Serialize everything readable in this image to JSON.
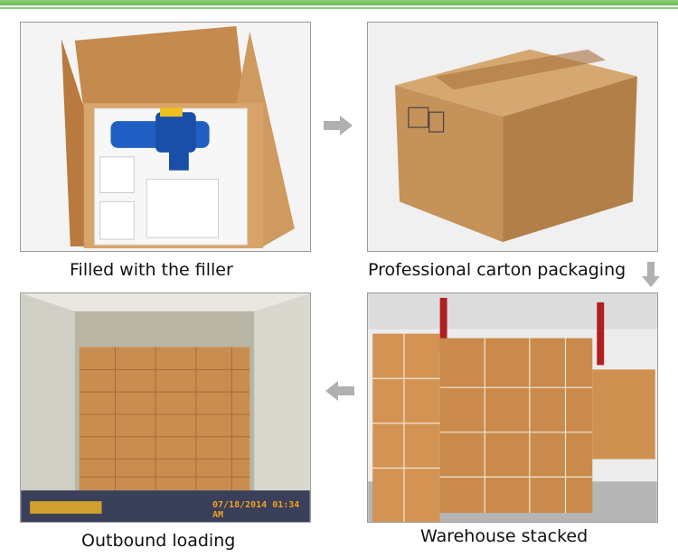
{
  "steps": [
    {
      "caption": "Filled with the filler",
      "photo": "tool-in-box-photo"
    },
    {
      "caption": "Professional carton packaging",
      "photo": "carton-box-photo"
    },
    {
      "caption": "Warehouse stacked",
      "photo": "warehouse-stack-photo"
    },
    {
      "caption": "Outbound loading",
      "photo": "container-loading-photo"
    }
  ],
  "timestamp": "07/18/2014 01:34 AM",
  "colors": {
    "accent_green": "#7cc466",
    "arrow_gray": "#b0b0b0",
    "carton": "#c8955e"
  }
}
